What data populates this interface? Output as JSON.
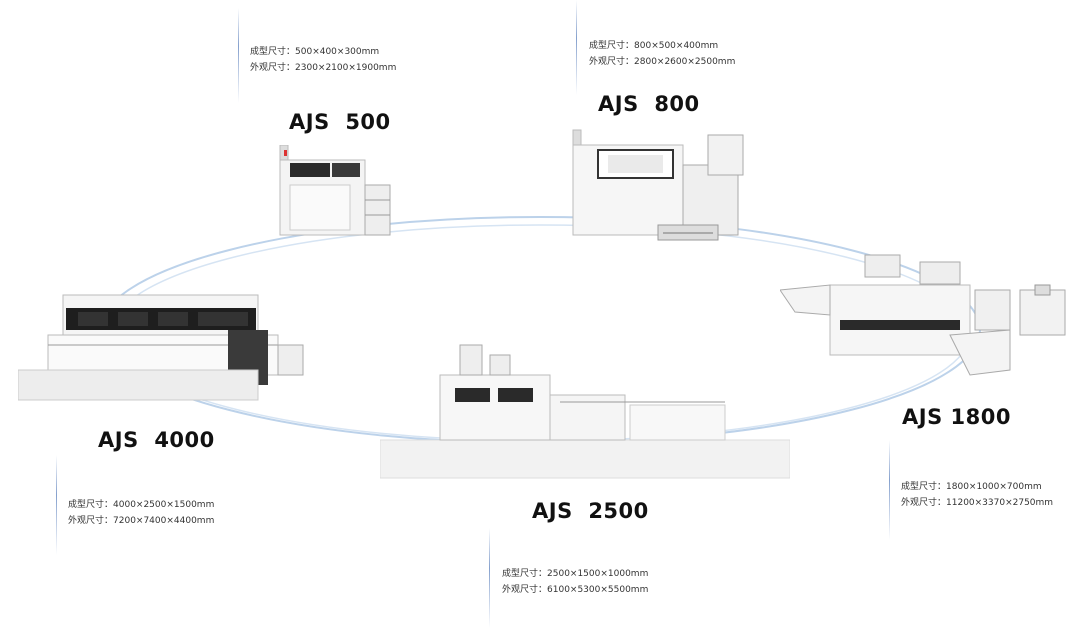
{
  "products": [
    {
      "id": "ajs500",
      "model": "AJS  500",
      "specs": [
        {
          "label": "成型尺寸：",
          "value": "500×400×300mm"
        },
        {
          "label": "外观尺寸：",
          "value": "2300×2100×1900mm"
        }
      ]
    },
    {
      "id": "ajs800",
      "model": "AJS  800",
      "specs": [
        {
          "label": "成型尺寸：",
          "value": "800×500×400mm"
        },
        {
          "label": "外观尺寸：",
          "value": "2800×2600×2500mm"
        }
      ]
    },
    {
      "id": "ajs4000",
      "model": "AJS  4000",
      "specs": [
        {
          "label": "成型尺寸：",
          "value": "4000×2500×1500mm"
        },
        {
          "label": "外观尺寸：",
          "value": "7200×7400×4400mm"
        }
      ]
    },
    {
      "id": "ajs1800",
      "model": "AJS 1800",
      "specs": [
        {
          "label": "成型尺寸：",
          "value": "1800×1000×700mm"
        },
        {
          "label": "外观尺寸：",
          "value": "11200×3370×2750mm"
        }
      ]
    },
    {
      "id": "ajs2500",
      "model": "AJS  2500",
      "specs": [
        {
          "label": "成型尺寸：",
          "value": "2500×1500×1000mm"
        },
        {
          "label": "外观尺寸：",
          "value": "6100×5300×5500mm"
        }
      ]
    }
  ]
}
